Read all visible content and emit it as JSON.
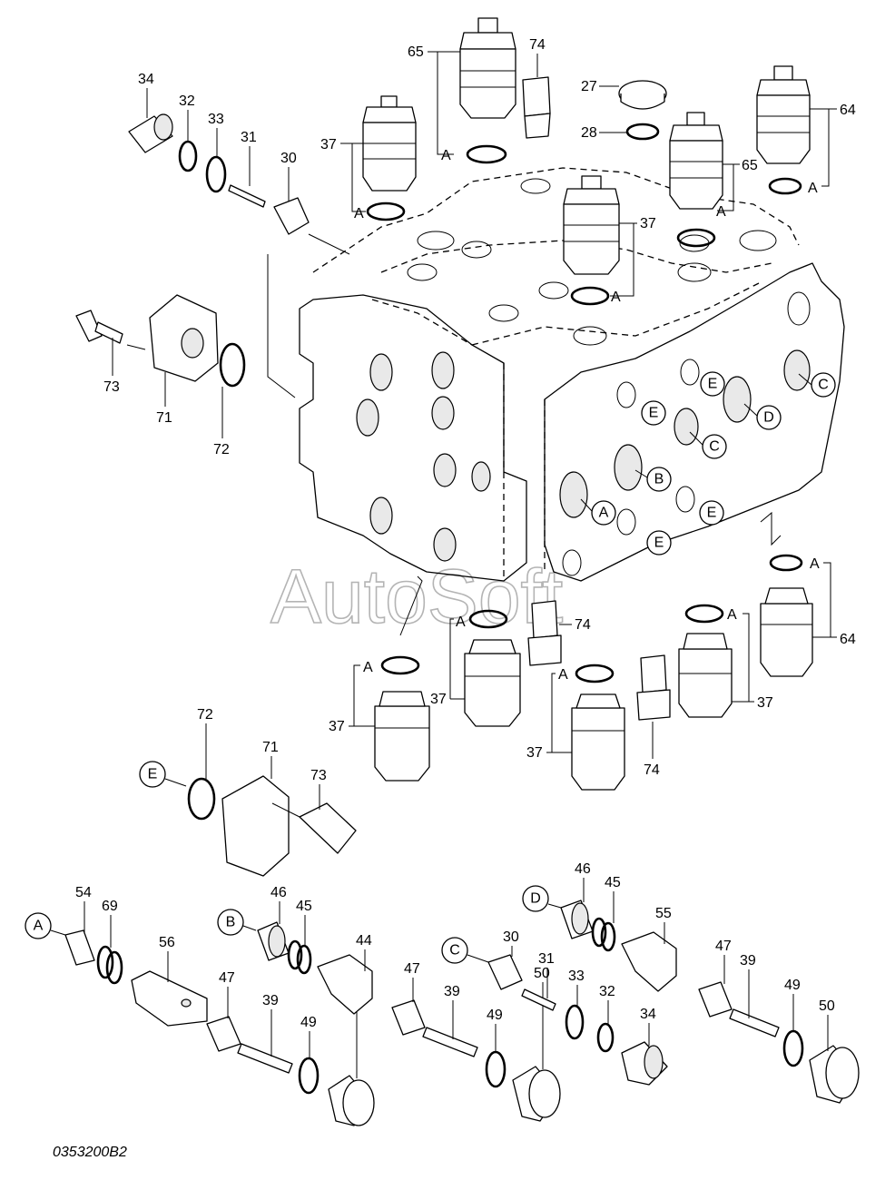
{
  "watermark": "AutoSoft",
  "drawing_code": "0353200B2",
  "labels": {
    "p34": "34",
    "p32": "32",
    "p33": "33",
    "p31": "31",
    "p30": "30",
    "p37": "37",
    "p65": "65",
    "p74": "74",
    "p27": "27",
    "p28": "28",
    "p64": "64",
    "p73": "73",
    "p71": "71",
    "p72": "72",
    "p54": "54",
    "p69": "69",
    "p56": "56",
    "p47": "47",
    "p39": "39",
    "p49": "49",
    "p50": "50",
    "p46": "46",
    "p45": "45",
    "p44": "44",
    "p55": "55"
  },
  "callouts": {
    "A": "A",
    "B": "B",
    "C": "C",
    "D": "D",
    "E": "E"
  }
}
